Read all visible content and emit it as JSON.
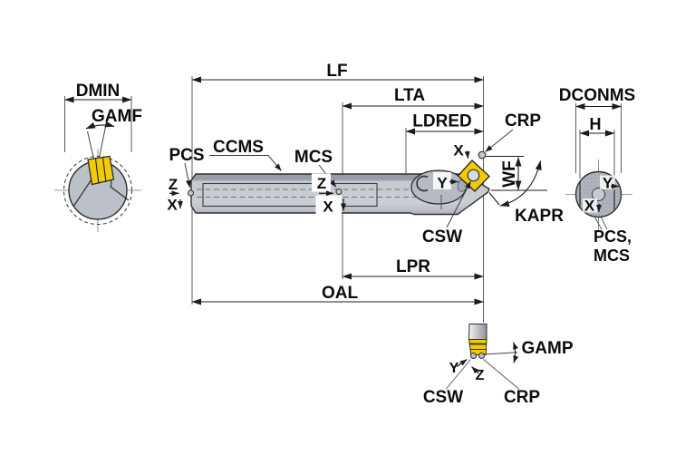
{
  "page": {
    "background": "#ffffff"
  },
  "colors": {
    "insert_yellow": "#F2CC00",
    "body_gray": "#C3C6CE",
    "band_gray": "#9BA0AA",
    "line_dark": "#222222",
    "background": "#FFFFFF"
  },
  "views": {
    "front": {
      "dim_dmin": "DMIN",
      "dim_gamf": "GAMF"
    },
    "side": {
      "dim_lf": "LF",
      "dim_lta": "LTA",
      "dim_ldred": "LDRED",
      "dim_lpr": "LPR",
      "dim_oal": "OAL",
      "dim_wf": "WF",
      "dim_kapr": "KAPR",
      "label_pcs": "PCS",
      "label_ccms": "CCMS",
      "label_mcs": "MCS",
      "label_crp": "CRP",
      "label_csw": "CSW"
    },
    "shank": {
      "dim_dconms": "DCONMS",
      "dim_h": "H",
      "label_pcs_mcs_1": "PCS,",
      "label_pcs_mcs_2": "MCS"
    },
    "detail": {
      "dim_gamp": "GAMP",
      "label_csw": "CSW",
      "label_crp": "CRP"
    }
  },
  "axes": {
    "x": "X",
    "y": "Y",
    "z": "Z"
  }
}
